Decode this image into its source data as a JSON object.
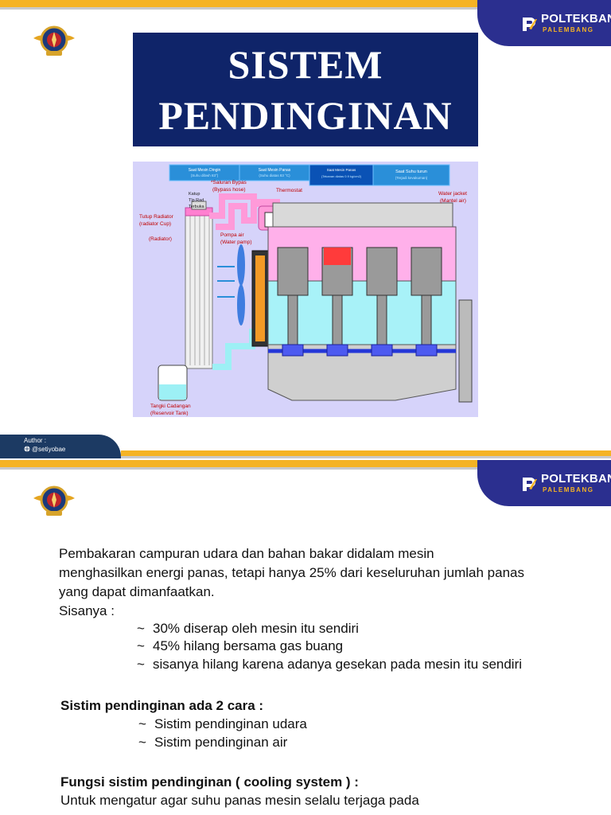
{
  "brand": {
    "name": "POLTEKBANG",
    "city": "PALEMBANG",
    "orange": "#f5b324",
    "navy": "#2b2f8f"
  },
  "slide1": {
    "title_line1": "SISTEM",
    "title_line2": "PENDINGINAN",
    "diagram": {
      "tabs": [
        {
          "label": "Saat Mesin Dingin",
          "sub": "(Suhu dibwh 83°)"
        },
        {
          "label": "Saat Mesin Panas",
          "sub": "(Suhu diatas 83 °C)"
        },
        {
          "label": "Saat Mesin Panas",
          "sub": "(Tekanan diatas 0.9 kg/cm2)"
        },
        {
          "label": "Saat Suhu turun",
          "sub": "(Terjadi kevakuman)"
        }
      ],
      "labels": {
        "bypass": "*Saluran Bypas",
        "bypass_en": "(Bypass hose)",
        "valve1": "Katup",
        "valve2": "Tlp Rad",
        "valve3": "Terbuka",
        "thermostat": "Thermostat",
        "water_jacket": "Water jacket",
        "water_jacket_en": "(Mantel air)",
        "cap": "Tutup Radiator",
        "cap_en": "(radiator Cup)",
        "radiator": "(Radiator)",
        "pump": "Pompa air",
        "pump_en": "(Water pamp)",
        "tank": "Tangki Cadangan",
        "tank_en": "(Reservoir Tank)"
      }
    },
    "footer": {
      "author": "Author :",
      "handle": "@setiyobae"
    }
  },
  "slide2": {
    "intro1": "Pembakaran campuran udara dan bahan bakar didalam mesin",
    "intro2": "menghasilkan energi panas, tetapi hanya 25% dari keseluruhan jumlah panas",
    "intro3": "yang dapat dimanfaatkan.",
    "sisanya": "Sisanya :",
    "bullets": [
      "30% diserap oleh mesin itu sendiri",
      "45% hilang bersama gas buang",
      "sisanya hilang karena adanya gesekan pada mesin itu sendiri"
    ],
    "heading2": "Sistim pendinginan ada 2 cara :",
    "methods": [
      "Sistim pendinginan udara",
      "Sistim pendinginan air"
    ],
    "heading3": "Fungsi sistim pendinginan ( cooling system ) :",
    "func1": "Untuk mengatur agar suhu panas mesin selalu terjaga pada",
    "tilde": "~"
  }
}
